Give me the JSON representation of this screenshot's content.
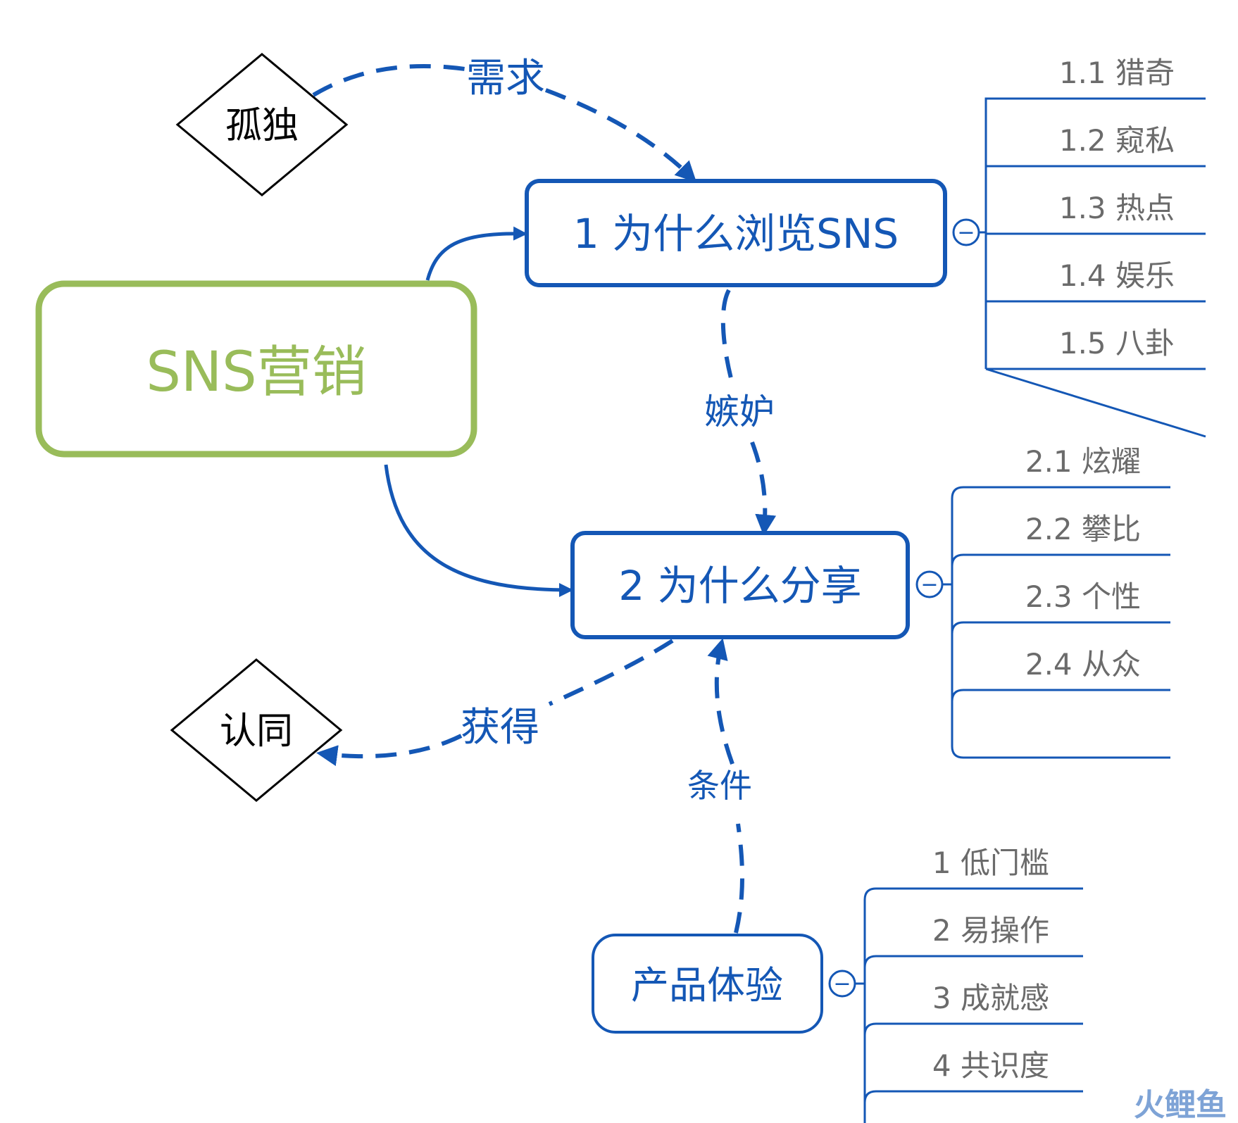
{
  "center": {
    "label": "SNS营销"
  },
  "topics": {
    "browse": {
      "label": "1  为什么浏览SNS",
      "items": [
        "1.1  猎奇",
        "1.2  窥私",
        "1.3  热点",
        "1.4  娱乐",
        "1.5  八卦"
      ]
    },
    "share": {
      "label": "2  为什么分享",
      "items": [
        "2.1  炫耀",
        "2.2  攀比",
        "2.3  个性",
        "2.4  从众"
      ]
    },
    "product": {
      "label": "产品体验",
      "items": [
        "1  低门槛",
        "2  易操作",
        "3  成就感",
        "4  共识度"
      ]
    }
  },
  "diamonds": {
    "lonely": "孤独",
    "recognition": "认同"
  },
  "relations": {
    "demand": "需求",
    "jealousy": "嫉妒",
    "gain": "获得",
    "condition": "条件"
  },
  "collapse_symbol": "−",
  "watermark": "火鲤鱼",
  "colors": {
    "blue": "#1457B5",
    "green": "#99BC5A",
    "gray": "#6B6B6B",
    "black": "#000000"
  }
}
